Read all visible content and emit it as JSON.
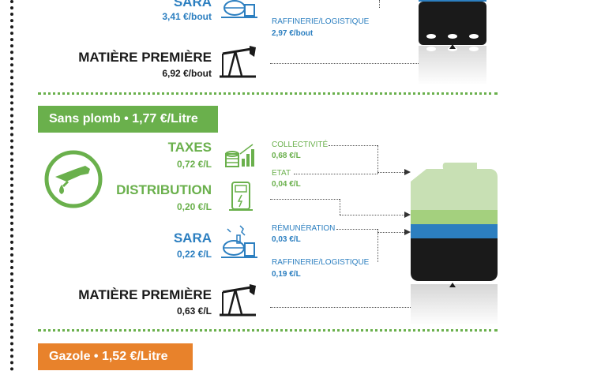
{
  "colors": {
    "green": "#6ab04c",
    "blue": "#2c7fc0",
    "orange": "#e8822b",
    "dark": "#1a1a1a"
  },
  "top": {
    "sara_label": "SARA",
    "sara_value": "3,41 €/bout",
    "raffinerie_label": "RAFFINERIE/LOGISTIQUE",
    "raffinerie_value": "2,97 €/bout",
    "matiere_label": "MATIÈRE PREMIÈRE",
    "matiere_value": "6,92 €/bout"
  },
  "sans_plomb": {
    "band": "Sans plomb • 1,77 €/Litre",
    "taxes_label": "TAXES",
    "taxes_value": "0,72 €/L",
    "collectivite_label": "COLLECTIVITÉ",
    "collectivite_value": "0,68 €/L",
    "etat_label": "ETAT",
    "etat_value": "0,04 €/L",
    "distribution_label": "DISTRIBUTION",
    "distribution_value": "0,20 €/L",
    "sara_label": "SARA",
    "sara_value": "0,22 €/L",
    "remuneration_label": "RÉMUNÉRATION",
    "remuneration_value": "0,03 €/L",
    "raffinerie_label": "RAFFINERIE/LOGISTIQUE",
    "raffinerie_value": "0,19 €/L",
    "matiere_label": "MATIÈRE PREMIÈRE",
    "matiere_value": "0,63 €/L"
  },
  "gazole": {
    "band": "Gazole • 1,52 €/Litre"
  },
  "icons": [
    "fuel-nozzle-icon",
    "taxes-chart-icon",
    "fuel-pump-icon",
    "refinery-icon",
    "oil-pumpjack-icon",
    "jerrycan-icon",
    "bottle-icon"
  ]
}
